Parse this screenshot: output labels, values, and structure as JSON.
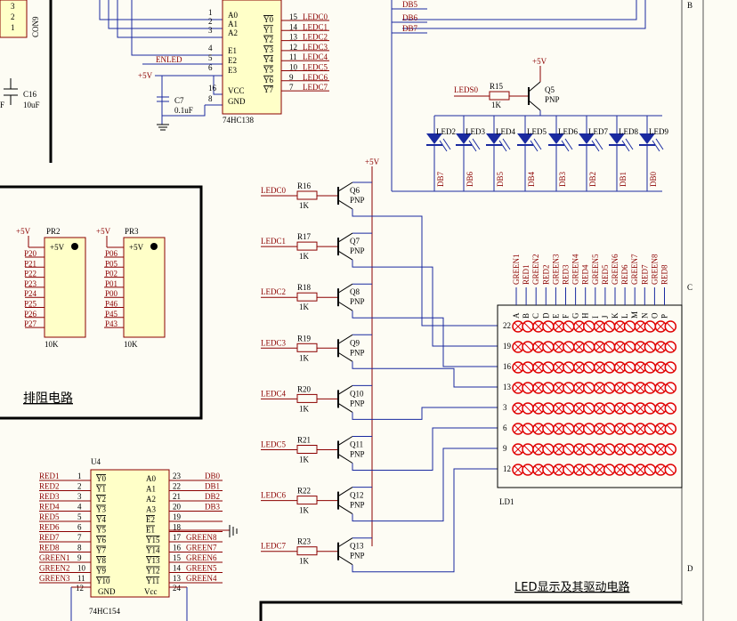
{
  "border": {
    "right_letters": [
      "B",
      "C",
      "D"
    ]
  },
  "decoder": {
    "pins_left": [
      "A0",
      "A1",
      "A2",
      "E1",
      "E2",
      "E3",
      "VCC",
      "GND"
    ],
    "pin_nums_left": [
      "1",
      "2",
      "3",
      "4",
      "5",
      "6",
      "16",
      "8"
    ],
    "pins_right": [
      "Y0",
      "Y1",
      "Y2",
      "Y3",
      "Y4",
      "Y5",
      "Y6",
      "Y7"
    ],
    "pin_nums_right": [
      "15",
      "14",
      "13",
      "12",
      "11",
      "10",
      "9",
      "7"
    ],
    "outputs": [
      "LEDC0",
      "LEDC1",
      "LEDC2",
      "LEDC3",
      "LEDC4",
      "LEDC5",
      "LEDC6",
      "LEDC7"
    ],
    "part": "74HC138",
    "enable_net": "ENLED",
    "vcc": "+5V",
    "cap_ref": "C7",
    "cap_val": "0.1uF"
  },
  "con9": {
    "pins": [
      "3",
      "2",
      "1"
    ],
    "ref": "CON9"
  },
  "c16": {
    "ref": "C16",
    "val": "10uF"
  },
  "pr_section": {
    "title": "排阻电路",
    "pr2": {
      "ref": "PR2",
      "vcc": "+5V",
      "pins": [
        "P20",
        "P21",
        "P22",
        "P23",
        "P24",
        "P25",
        "P26",
        "P27"
      ],
      "val": "10K"
    },
    "pr3": {
      "ref": "PR3",
      "vcc": "+5V",
      "pins": [
        "P06",
        "P05",
        "P02",
        "P01",
        "P00",
        "P46",
        "P45",
        "P43"
      ],
      "val": "10K"
    }
  },
  "led_bar": {
    "db_top": [
      "DB5",
      "DB6",
      "DB7"
    ],
    "net": "LEDS0",
    "r_ref": "R15",
    "r_val": "1K",
    "q_ref": "Q5",
    "q_type": "PNP",
    "vcc": "+5V",
    "leds": [
      "LED2",
      "LED3",
      "LED4",
      "LED5",
      "LED6",
      "LED7",
      "LED8",
      "LED9"
    ],
    "dbs": [
      "DB7",
      "DB6",
      "DB5",
      "DB4",
      "DB3",
      "DB2",
      "DB1",
      "DB0"
    ]
  },
  "drivers": {
    "vcc": "+5V",
    "type": "PNP",
    "r_val": "1K",
    "rows": [
      {
        "net": "LEDC0",
        "r": "R16",
        "q": "Q6"
      },
      {
        "net": "LEDC1",
        "r": "R17",
        "q": "Q7"
      },
      {
        "net": "LEDC2",
        "r": "R18",
        "q": "Q8"
      },
      {
        "net": "LEDC3",
        "r": "R19",
        "q": "Q9"
      },
      {
        "net": "LEDC4",
        "r": "R20",
        "q": "Q10"
      },
      {
        "net": "LEDC5",
        "r": "R21",
        "q": "Q11"
      },
      {
        "net": "LEDC6",
        "r": "R22",
        "q": "Q12"
      },
      {
        "net": "LEDC7",
        "r": "R23",
        "q": "Q13"
      }
    ]
  },
  "matrix": {
    "ref": "LD1",
    "col_nets": [
      "GREEN1",
      "RED1",
      "GREEN2",
      "RED2",
      "GREEN3",
      "RED3",
      "GREEN4",
      "RED4",
      "GREEN5",
      "RED5",
      "GREEN6",
      "RED6",
      "GREEN7",
      "RED7",
      "GREEN8",
      "RED8"
    ],
    "col_letters": [
      "A",
      "B",
      "C",
      "D",
      "E",
      "F",
      "G",
      "H",
      "I",
      "J",
      "K",
      "L",
      "M",
      "N",
      "O",
      "P"
    ],
    "row_pins": [
      "22",
      "19",
      "16",
      "13",
      "3",
      "6",
      "9",
      "12"
    ],
    "title": "LED显示及其驱动电路"
  },
  "u4": {
    "ref": "U4",
    "part": "74HC154",
    "left_nets": [
      "RED1",
      "RED2",
      "RED3",
      "RED4",
      "RED5",
      "RED6",
      "RED7",
      "RED8",
      "GREEN1",
      "GREEN2",
      "GREEN3"
    ],
    "left_nums": [
      "1",
      "2",
      "3",
      "4",
      "5",
      "6",
      "7",
      "8",
      "9",
      "10",
      "11"
    ],
    "left_pins": [
      "Y0",
      "Y1",
      "Y2",
      "Y3",
      "Y4",
      "Y5",
      "Y6",
      "Y7",
      "Y8",
      "Y9",
      "Y10"
    ],
    "right_pins": [
      "A0",
      "A1",
      "A2",
      "A3",
      "E2",
      "E1",
      "Y15",
      "Y14",
      "Y13",
      "Y12",
      "Y11"
    ],
    "right_nums": [
      "23",
      "22",
      "21",
      "20",
      "19",
      "18",
      "17",
      "16",
      "15",
      "14",
      "13"
    ],
    "right_nets": [
      "DB0",
      "DB1",
      "DB2",
      "DB3",
      "",
      "",
      "GREEN8",
      "GREEN7",
      "GREEN6",
      "GREEN5",
      "GREEN4"
    ],
    "gnd_num": "12",
    "vcc_num": "24",
    "gnd_label": "GND",
    "vcc_label": "Vcc"
  }
}
